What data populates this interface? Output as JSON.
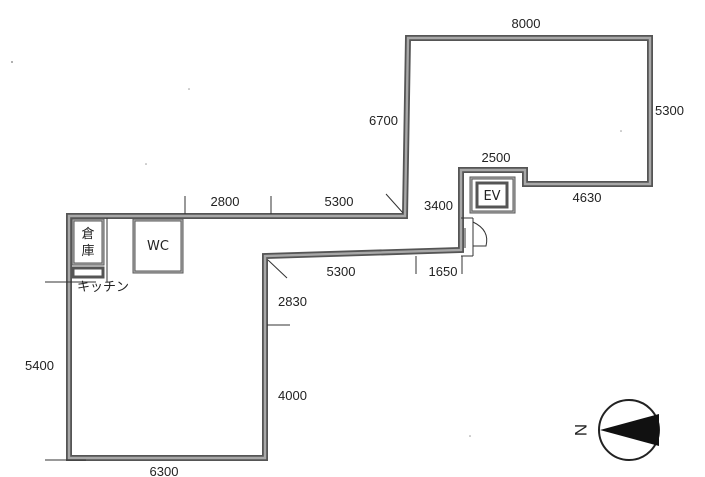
{
  "rooms": {
    "storage": [
      "倉",
      "庫"
    ],
    "wc": "WC",
    "ev": "EV",
    "kitchen": "キッチン"
  },
  "dimensions": {
    "top_right_width": "8000",
    "right_height": "5300",
    "upper_left_height": "6700",
    "ev_width": "2500",
    "ev_height": "3400",
    "right_step": "4630",
    "top_left_a": "2800",
    "top_left_b": "5300",
    "mid_width": "5300",
    "mid_small": "1650",
    "inner_upper": "2830",
    "inner_lower": "4000",
    "left_height": "5400",
    "bottom_width": "6300"
  },
  "compass": {
    "label": "N"
  }
}
